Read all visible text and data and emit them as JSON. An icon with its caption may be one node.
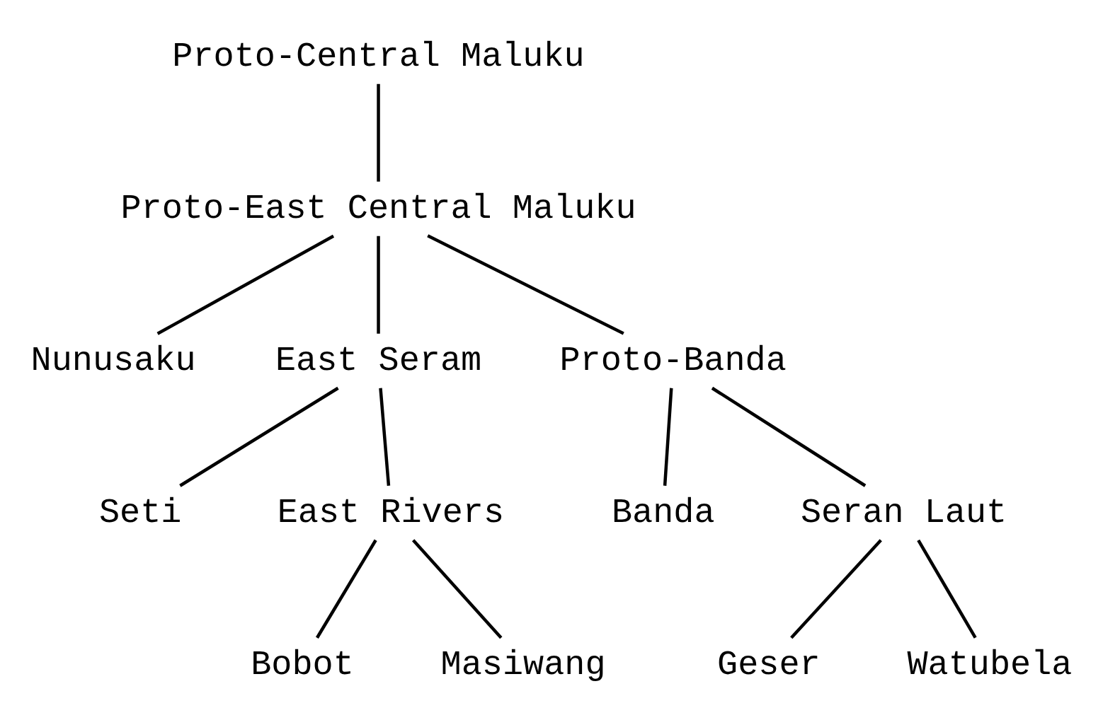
{
  "diagram": {
    "nodes": [
      {
        "text": [
          "Proto-Central Maluku"
        ]
      },
      {
        "text": [
          "Proto-East Central Maluku"
        ]
      },
      {
        "text": [
          "Nunusaku"
        ]
      },
      {
        "text": [
          "East Seram"
        ]
      },
      {
        "text": [
          "Proto-Banda"
        ]
      },
      {
        "text": [
          "Seti"
        ]
      },
      {
        "text": [
          "East Rivers"
        ]
      },
      {
        "text": [
          "Banda"
        ]
      },
      {
        "text": [
          "Seran Laut"
        ]
      },
      {
        "text": [
          "Bobot"
        ]
      },
      {
        "text": [
          "Masiwang"
        ]
      },
      {
        "text": [
          "Geser"
        ]
      },
      {
        "text": [
          "Watubela"
        ]
      }
    ],
    "edges": [
      {
        "from": 0,
        "to": 1,
        "arrow": "none"
      },
      {
        "from": 1,
        "to": 2,
        "arrow": "none"
      },
      {
        "from": 1,
        "to": 3,
        "arrow": "none"
      },
      {
        "from": 1,
        "to": 4,
        "arrow": "none"
      },
      {
        "from": 3,
        "to": 5,
        "arrow": "none"
      },
      {
        "from": 3,
        "to": 6,
        "arrow": "none"
      },
      {
        "from": 4,
        "to": 7,
        "arrow": "none"
      },
      {
        "from": 4,
        "to": 8,
        "arrow": "none"
      },
      {
        "from": 6,
        "to": 9,
        "arrow": "none"
      },
      {
        "from": 6,
        "to": 10,
        "arrow": "none"
      },
      {
        "from": 8,
        "to": 11,
        "arrow": "none"
      },
      {
        "from": 8,
        "to": 12,
        "arrow": "none"
      }
    ]
  }
}
